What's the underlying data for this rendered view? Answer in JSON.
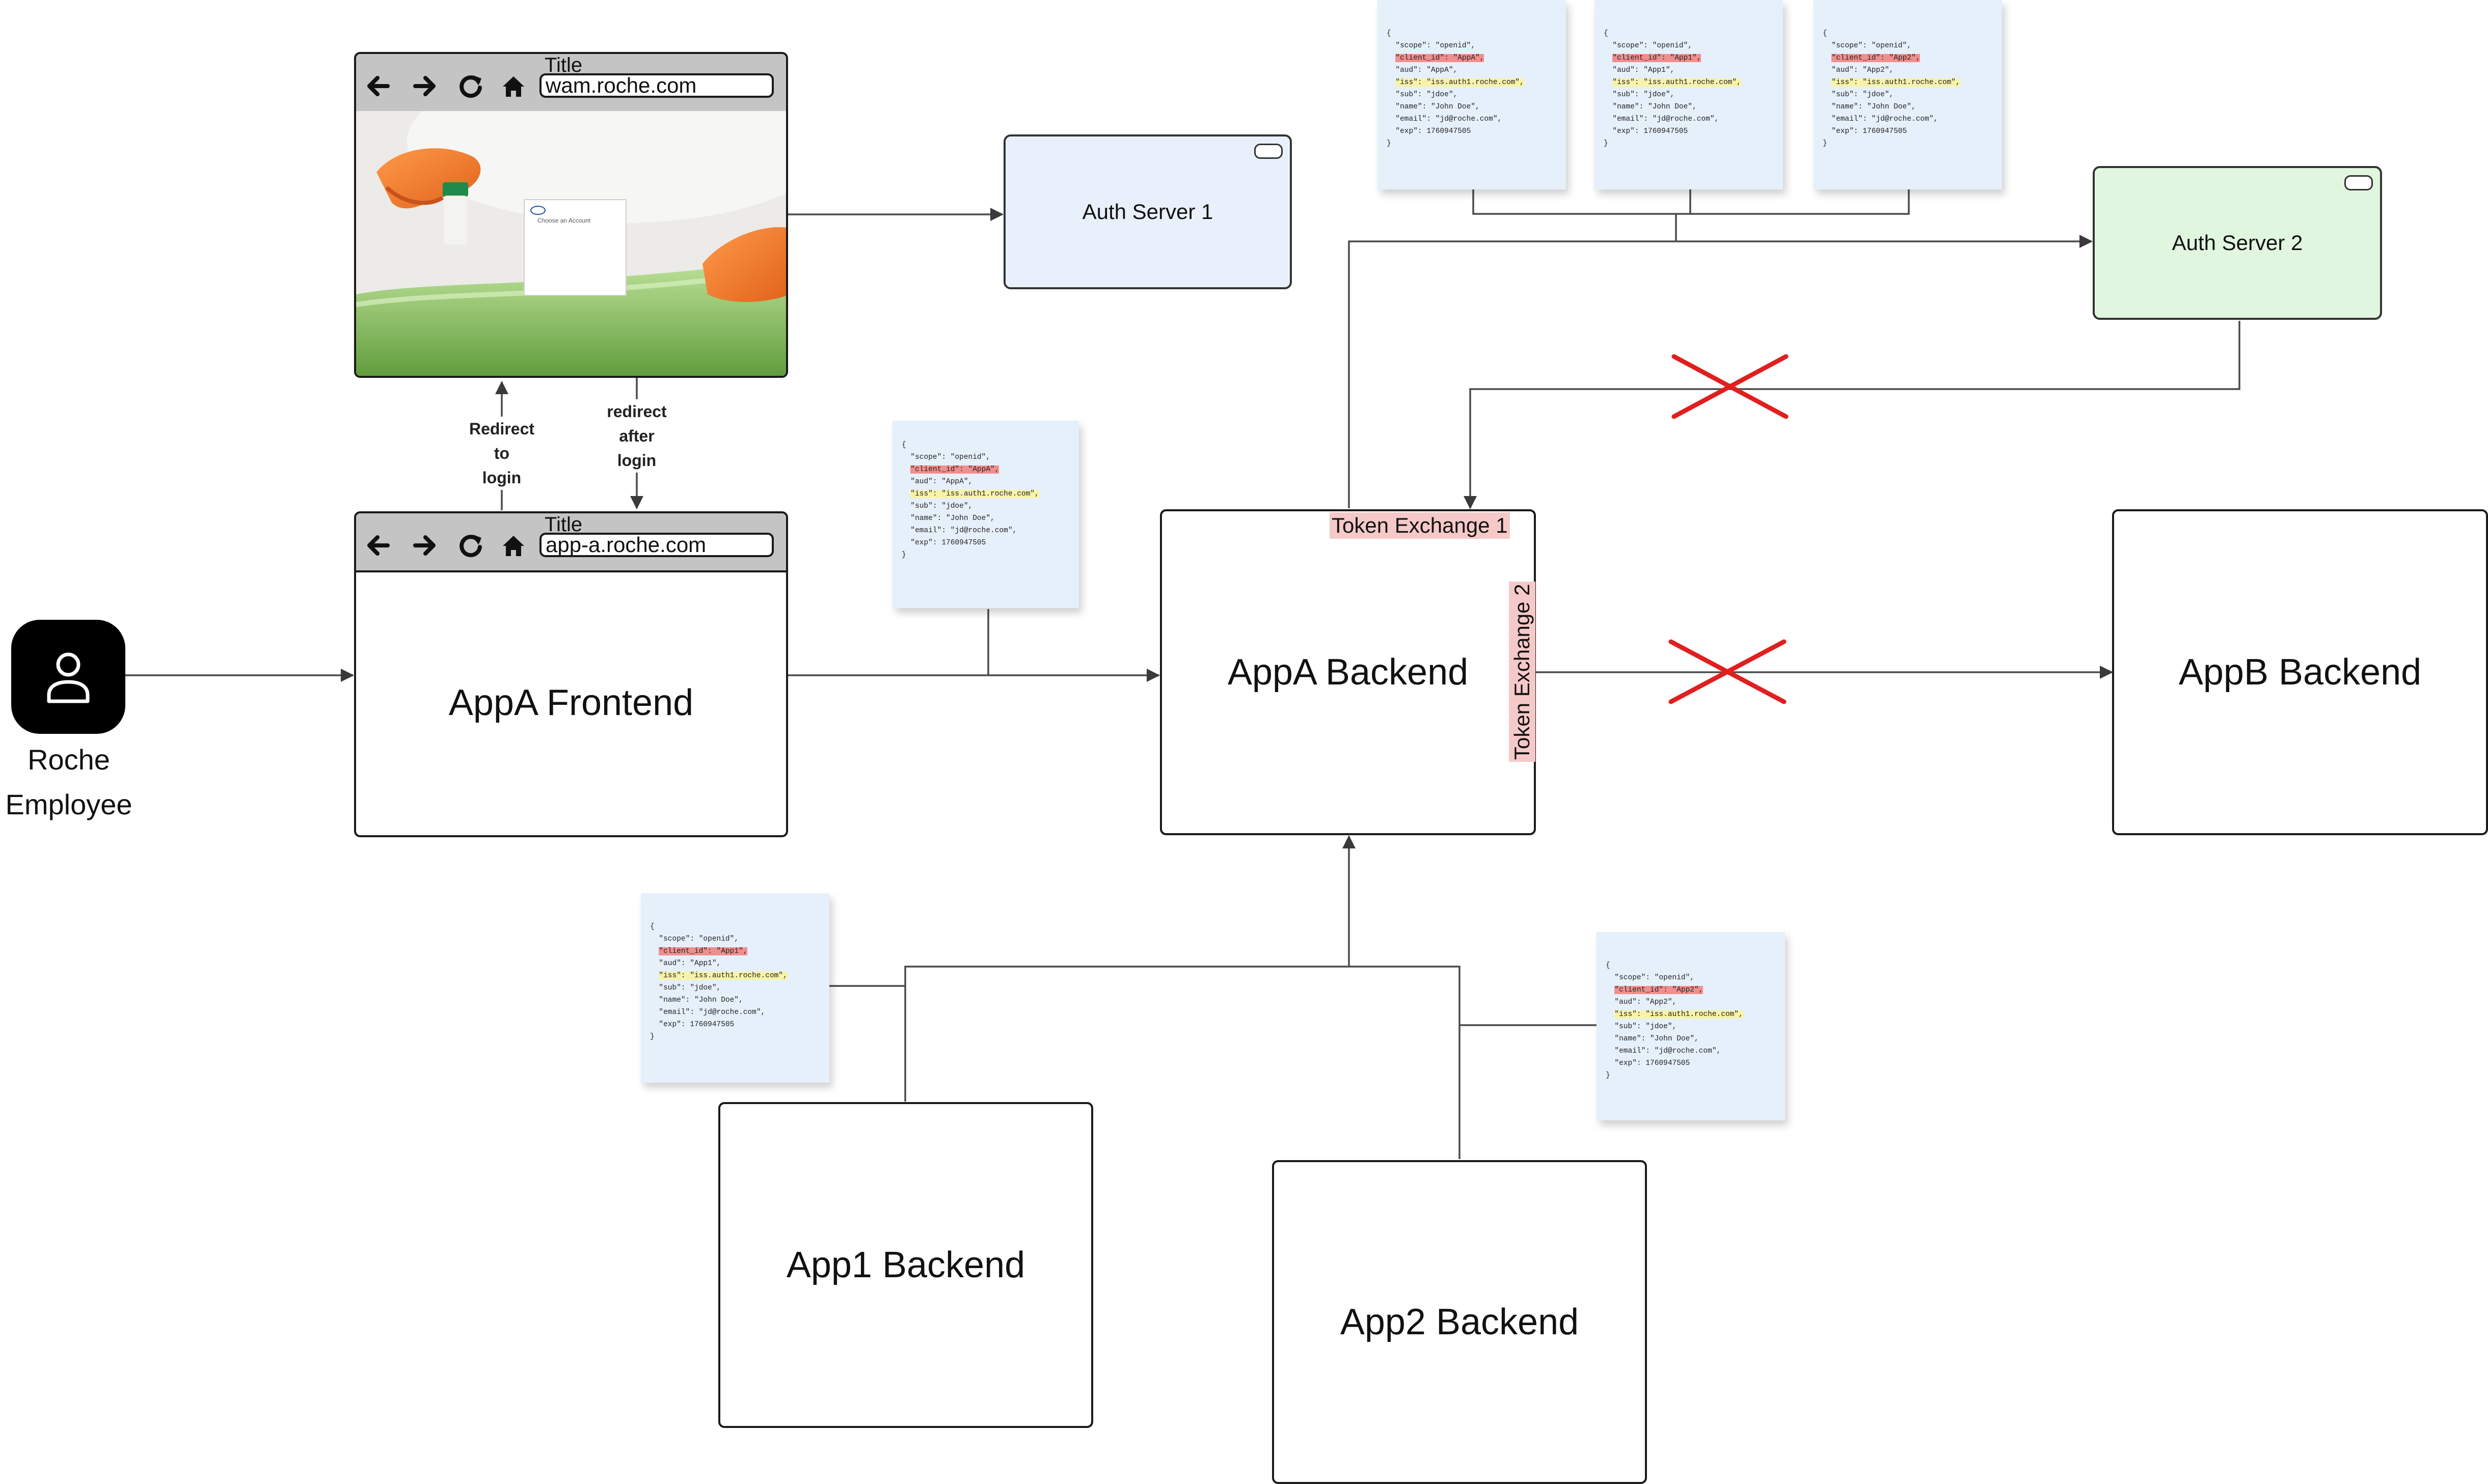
{
  "actor": {
    "label_line1": "Roche",
    "label_line2": "Employee",
    "icon": "person-icon"
  },
  "wam_browser": {
    "title": "Title",
    "url": "wam.roche.com",
    "photo_card_text": "Choose an Account"
  },
  "appa_browser": {
    "title": "Title",
    "url": "app-a.roche.com",
    "label": "AppA Frontend"
  },
  "flow_labels": {
    "redirect_to_login": [
      "Redirect",
      "to",
      "login"
    ],
    "redirect_after_login": [
      "redirect",
      "after",
      "login"
    ]
  },
  "auth_server_1": {
    "label": "Auth Server 1",
    "fill": "#e8f1fb"
  },
  "auth_server_2": {
    "label": "Auth Server 2",
    "fill": "#e1f6df"
  },
  "backends": {
    "appa": "AppA Backend",
    "appb": "AppB Backend",
    "app1": "App1 Backend",
    "app2": "App2 Backend"
  },
  "token_exchange": {
    "te1": "Token Exchange 1",
    "te2": "Token Exchange 2"
  },
  "blocked_marker_color": "#e01f1f",
  "tokens": {
    "appa_frontend": {
      "scope": "\"scope\": \"openid\",",
      "client_id": "\"client_id\": \"AppA\",",
      "aud": "\"aud\": \"AppA\",",
      "iss": "\"iss\": \"iss.auth1.roche.com\",",
      "sub": "\"sub\": \"jdoe\",",
      "name": "\"name\": \"John Doe\",",
      "email": "\"email\": \"jd@roche.com\",",
      "exp": "\"exp\": 1760947505"
    },
    "top_appa": {
      "scope": "\"scope\": \"openid\",",
      "client_id": "\"client_id\": \"AppA\",",
      "aud": "\"aud\": \"AppA\",",
      "iss": "\"iss\": \"iss.auth1.roche.com\",",
      "sub": "\"sub\": \"jdoe\",",
      "name": "\"name\": \"John Doe\",",
      "email": "\"email\": \"jd@roche.com\",",
      "exp": "\"exp\": 1760947505"
    },
    "top_app1": {
      "scope": "\"scope\": \"openid\",",
      "client_id": "\"client_id\": \"App1\",",
      "aud": "\"aud\": \"App1\",",
      "iss": "\"iss\": \"iss.auth1.roche.com\",",
      "sub": "\"sub\": \"jdoe\",",
      "name": "\"name\": \"John Doe\",",
      "email": "\"email\": \"jd@roche.com\",",
      "exp": "\"exp\": 1760947505"
    },
    "top_app2": {
      "scope": "\"scope\": \"openid\",",
      "client_id": "\"client_id\": \"App2\",",
      "aud": "\"aud\": \"App2\",",
      "iss": "\"iss\": \"iss.auth1.roche.com\",",
      "sub": "\"sub\": \"jdoe\",",
      "name": "\"name\": \"John Doe\",",
      "email": "\"email\": \"jd@roche.com\",",
      "exp": "\"exp\": 1760947505"
    },
    "app1": {
      "scope": "\"scope\": \"openid\",",
      "client_id": "\"client_id\": \"App1\",",
      "aud": "\"aud\": \"App1\",",
      "iss": "\"iss\": \"iss.auth1.roche.com\",",
      "sub": "\"sub\": \"jdoe\",",
      "name": "\"name\": \"John Doe\",",
      "email": "\"email\": \"jd@roche.com\",",
      "exp": "\"exp\": 1760947505"
    },
    "app2": {
      "scope": "\"scope\": \"openid\",",
      "client_id": "\"client_id\": \"App2\",",
      "aud": "\"aud\": \"App2\",",
      "iss": "\"iss\": \"iss.auth1.roche.com\",",
      "sub": "\"sub\": \"jdoe\",",
      "name": "\"name\": \"John Doe\",",
      "email": "\"email\": \"jd@roche.com\",",
      "exp": "\"exp\": 1760947505"
    }
  }
}
